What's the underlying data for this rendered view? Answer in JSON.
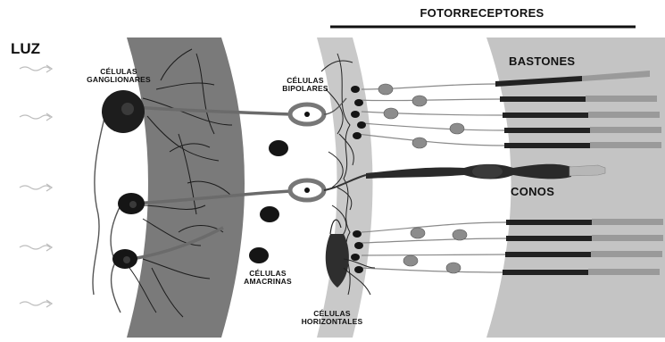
{
  "labels": {
    "luz": "LUZ",
    "fotorreceptores": "FOTORRECEPTORES",
    "bastones": "BASTONES",
    "conos": "CONOS",
    "ganglionares_l1": "CÉLULAS",
    "ganglionares_l2": "GANGLIONARES",
    "bipolares_l1": "CÉLULAS",
    "bipolares_l2": "BIPOLARES",
    "amacrinas_l1": "CÉLULAS",
    "amacrinas_l2": "AMACRINAS",
    "horizontales_l1": "CÉLULAS",
    "horizontales_l2": "HORIZONTALES"
  }
}
